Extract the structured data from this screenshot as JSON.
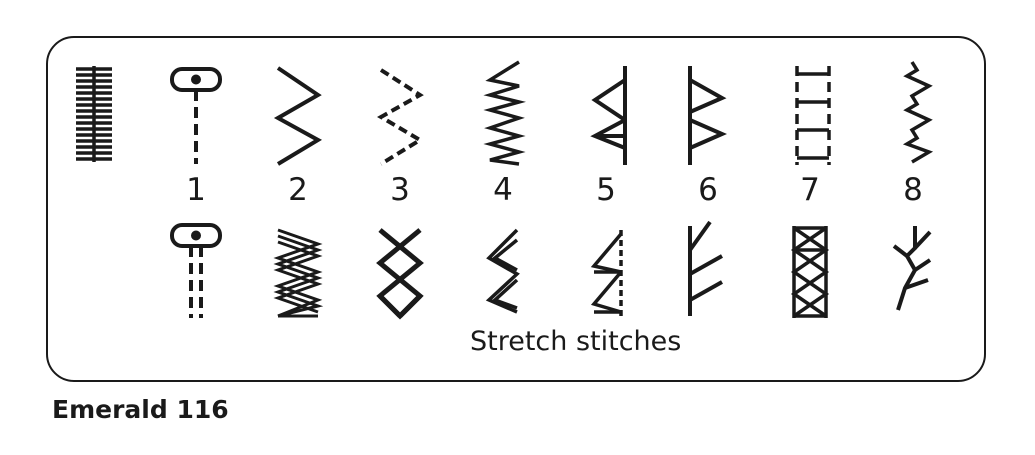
{
  "stitch_numbers": [
    "1",
    "2",
    "3",
    "4",
    "5",
    "6",
    "7",
    "8"
  ],
  "caption": "Stretch stitches",
  "model_name": "Emerald 116",
  "colors": {
    "ink": "#1a1a1a",
    "background": "#ffffff"
  },
  "icons": {
    "top_row": [
      "needle-position-icon",
      "straight-stitch-icon",
      "zigzag-stitch-icon",
      "multi-step-zigzag-icon",
      "blind-hem-stitch-icon",
      "stretch-blind-hem-icon",
      "blanket-stitch-icon",
      "running-stitch-icon",
      "elastic-stitch-icon"
    ],
    "bottom_row": [
      "triple-straight-stitch-icon",
      "triple-zigzag-icon",
      "honeycomb-stitch-icon",
      "stretch-zigzag-icon",
      "overlock-stitch-icon",
      "feather-stitch-icon",
      "overcast-stitch-icon",
      "tree-stitch-icon"
    ]
  }
}
